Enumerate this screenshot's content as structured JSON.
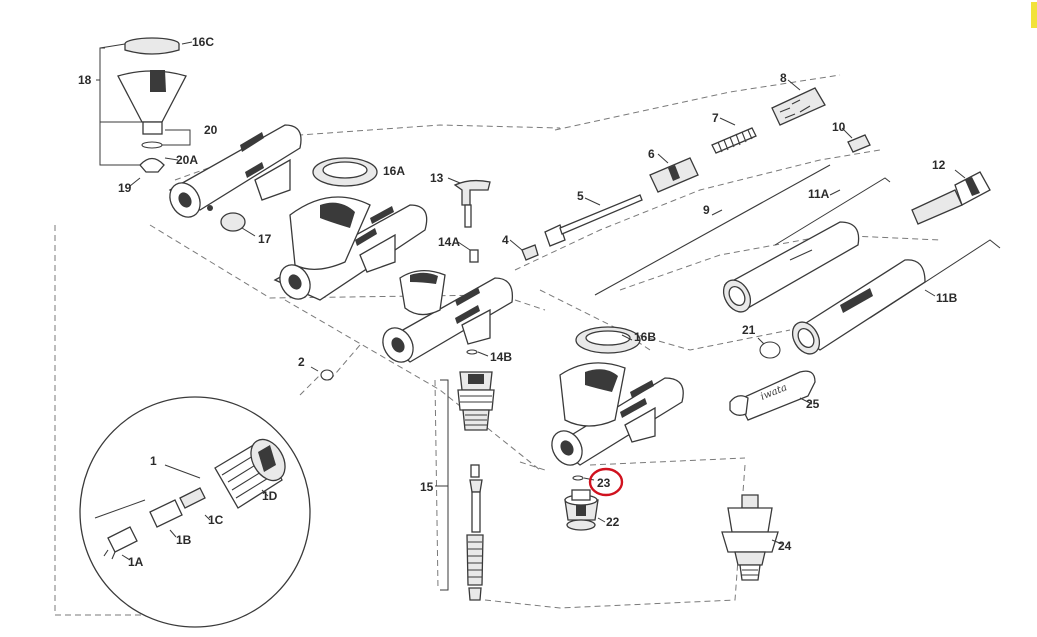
{
  "labels": {
    "p1": "1",
    "p1A": "1A",
    "p1B": "1B",
    "p1C": "1C",
    "p1D": "1D",
    "p2": "2",
    "p4": "4",
    "p5": "5",
    "p6": "6",
    "p7": "7",
    "p8": "8",
    "p9": "9",
    "p10": "10",
    "p11A": "11A",
    "p11B": "11B",
    "p12": "12",
    "p13": "13",
    "p14A": "14A",
    "p14B": "14B",
    "p15": "15",
    "p16A": "16A",
    "p16B": "16B",
    "p16C": "16C",
    "p17": "17",
    "p18": "18",
    "p19": "19",
    "p20": "20",
    "p20A": "20A",
    "p21": "21",
    "p22": "22",
    "p23": "23",
    "p24": "24",
    "p25": "25"
  },
  "wrench_text": "iwata",
  "highlighted_part": "23",
  "colors": {
    "highlight": "#d0121f",
    "ink": "#3a3a3a",
    "corner_mark": "#f2e23a"
  }
}
